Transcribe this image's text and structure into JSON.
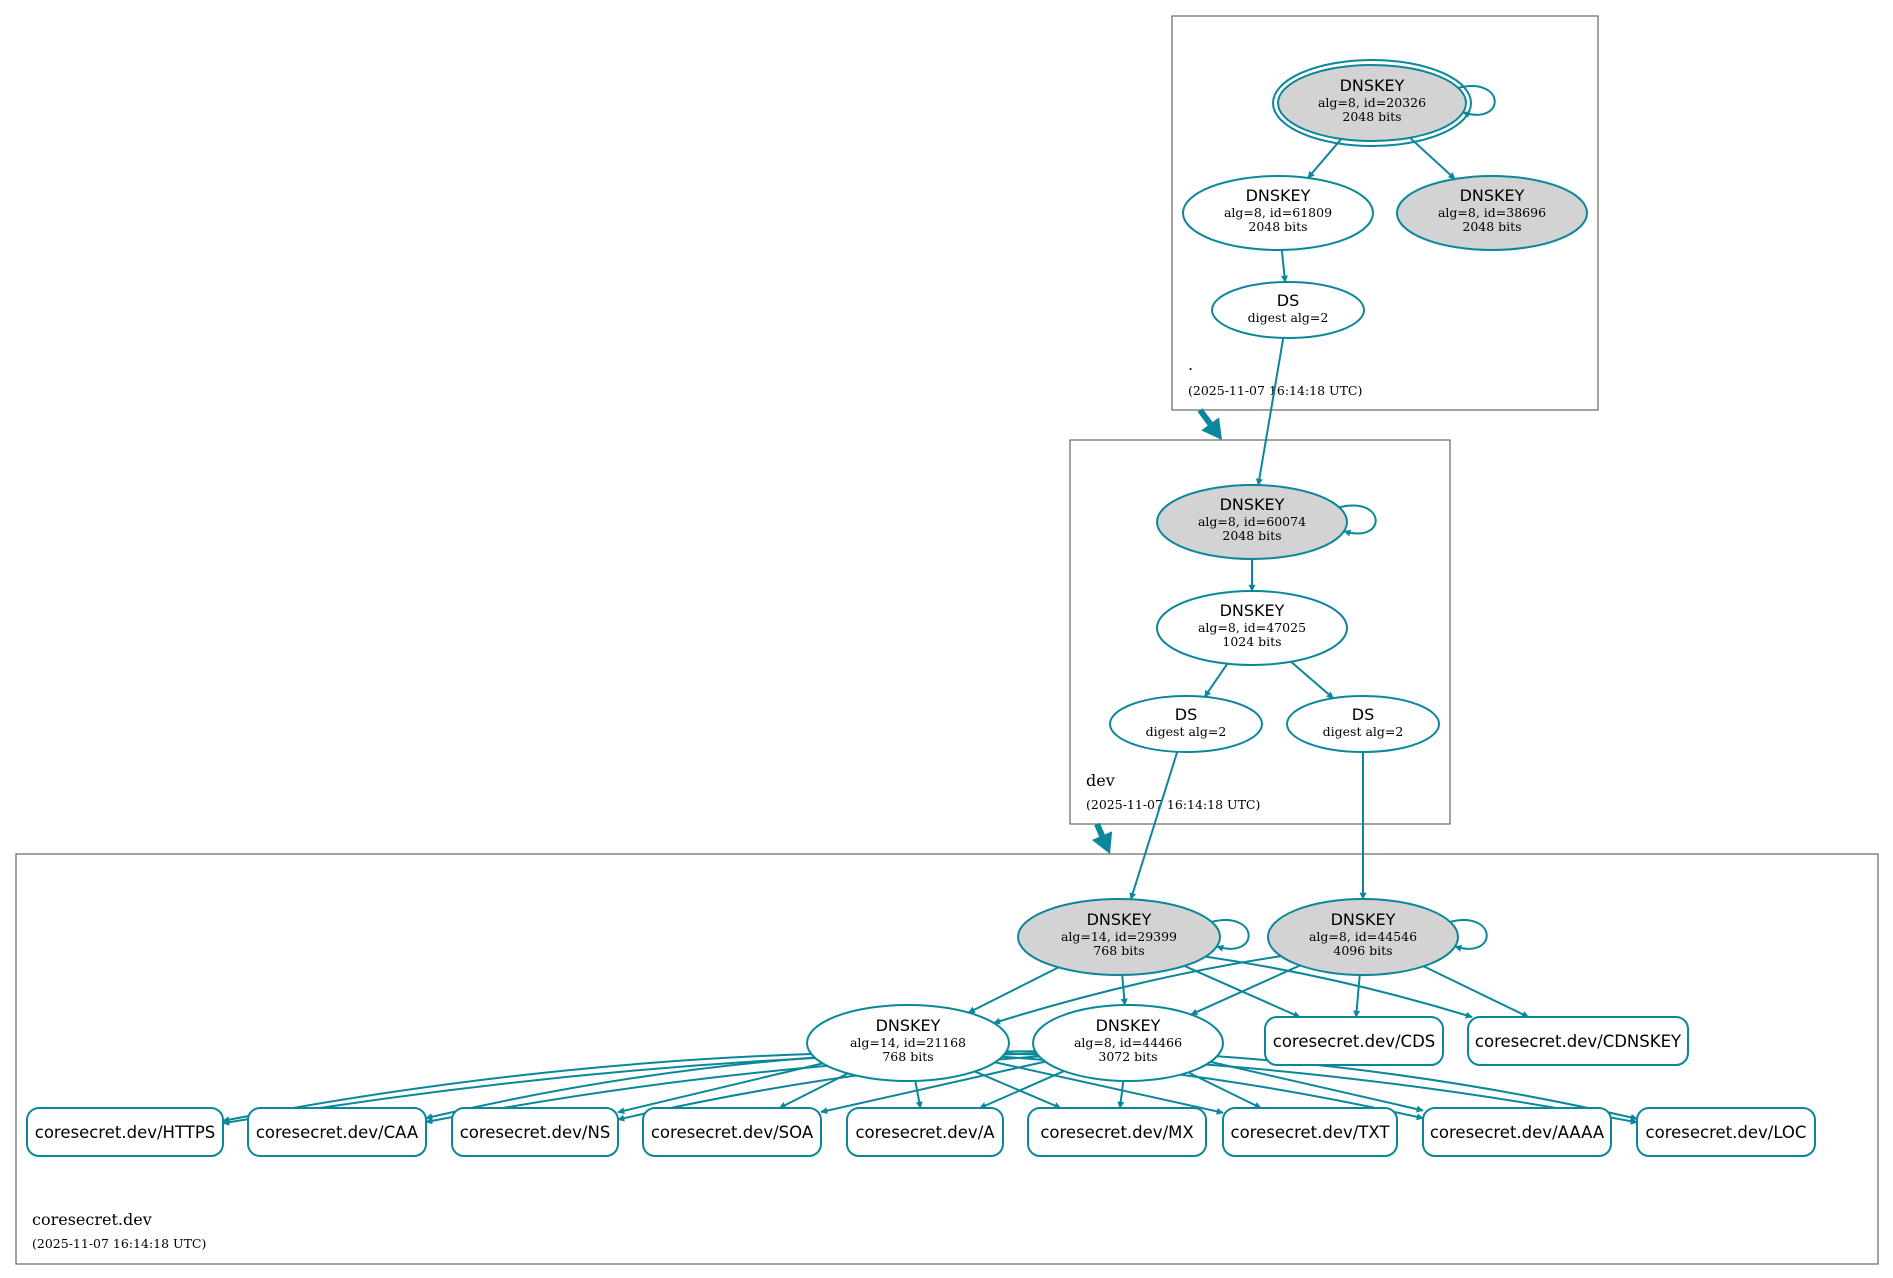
{
  "colors": {
    "edge": "#0a879a",
    "zone_border": "#666666",
    "sep_fill": "#d3d3d3",
    "plain_fill": "#ffffff"
  },
  "zones": [
    {
      "id": "root",
      "name": ".",
      "timestamp": "(2025-11-07 16:14:18 UTC)"
    },
    {
      "id": "dev",
      "name": "dev",
      "timestamp": "(2025-11-07 16:14:18 UTC)"
    },
    {
      "id": "coresecret",
      "name": "coresecret.dev",
      "timestamp": "(2025-11-07 16:14:18 UTC)"
    }
  ],
  "keys": [
    {
      "id": "root_ksk",
      "title": "DNSKEY",
      "alg": "alg=8, id=20326",
      "bits": "2048 bits",
      "sep": true,
      "trust_anchor": true
    },
    {
      "id": "root_zsk",
      "title": "DNSKEY",
      "alg": "alg=8, id=61809",
      "bits": "2048 bits",
      "sep": false
    },
    {
      "id": "root_k3",
      "title": "DNSKEY",
      "alg": "alg=8, id=38696",
      "bits": "2048 bits",
      "sep": true
    },
    {
      "id": "root_ds",
      "title": "DS",
      "alg": "digest alg=2",
      "sep": false
    },
    {
      "id": "dev_ksk",
      "title": "DNSKEY",
      "alg": "alg=8, id=60074",
      "bits": "2048 bits",
      "sep": true
    },
    {
      "id": "dev_zsk",
      "title": "DNSKEY",
      "alg": "alg=8, id=47025",
      "bits": "1024 bits",
      "sep": false
    },
    {
      "id": "dev_ds1",
      "title": "DS",
      "alg": "digest alg=2",
      "sep": false
    },
    {
      "id": "dev_ds2",
      "title": "DS",
      "alg": "digest alg=2",
      "sep": false
    },
    {
      "id": "cs_k1",
      "title": "DNSKEY",
      "alg": "alg=14, id=29399",
      "bits": "768 bits",
      "sep": true
    },
    {
      "id": "cs_k2",
      "title": "DNSKEY",
      "alg": "alg=8, id=44546",
      "bits": "4096 bits",
      "sep": true
    },
    {
      "id": "cs_z1",
      "title": "DNSKEY",
      "alg": "alg=14, id=21168",
      "bits": "768 bits",
      "sep": false
    },
    {
      "id": "cs_z2",
      "title": "DNSKEY",
      "alg": "alg=8, id=44466",
      "bits": "3072 bits",
      "sep": false
    }
  ],
  "rrsets": [
    {
      "id": "cds",
      "label": "coresecret.dev/CDS"
    },
    {
      "id": "cdnskey",
      "label": "coresecret.dev/CDNSKEY"
    },
    {
      "id": "https",
      "label": "coresecret.dev/HTTPS"
    },
    {
      "id": "caa",
      "label": "coresecret.dev/CAA"
    },
    {
      "id": "ns",
      "label": "coresecret.dev/NS"
    },
    {
      "id": "soa",
      "label": "coresecret.dev/SOA"
    },
    {
      "id": "a",
      "label": "coresecret.dev/A"
    },
    {
      "id": "mx",
      "label": "coresecret.dev/MX"
    },
    {
      "id": "txt",
      "label": "coresecret.dev/TXT"
    },
    {
      "id": "aaaa",
      "label": "coresecret.dev/AAAA"
    },
    {
      "id": "loc",
      "label": "coresecret.dev/LOC"
    }
  ],
  "edges": [
    [
      "root_ksk",
      "root_ksk"
    ],
    [
      "root_ksk",
      "root_zsk"
    ],
    [
      "root_ksk",
      "root_k3"
    ],
    [
      "root_zsk",
      "root_ds"
    ],
    [
      "root_ds",
      "dev_ksk"
    ],
    [
      "dev_ksk",
      "dev_ksk"
    ],
    [
      "dev_ksk",
      "dev_zsk"
    ],
    [
      "dev_zsk",
      "dev_ds1"
    ],
    [
      "dev_zsk",
      "dev_ds2"
    ],
    [
      "dev_ds1",
      "cs_k1"
    ],
    [
      "dev_ds2",
      "cs_k2"
    ],
    [
      "cs_k1",
      "cs_k1"
    ],
    [
      "cs_k2",
      "cs_k2"
    ],
    [
      "cs_k1",
      "cs_z1"
    ],
    [
      "cs_k1",
      "cs_z2"
    ],
    [
      "cs_k1",
      "cds"
    ],
    [
      "cs_k1",
      "cdnskey"
    ],
    [
      "cs_k2",
      "cs_z1"
    ],
    [
      "cs_k2",
      "cs_z2"
    ],
    [
      "cs_k2",
      "cds"
    ],
    [
      "cs_k2",
      "cdnskey"
    ],
    [
      "cs_z1",
      "https"
    ],
    [
      "cs_z1",
      "caa"
    ],
    [
      "cs_z1",
      "ns"
    ],
    [
      "cs_z1",
      "soa"
    ],
    [
      "cs_z1",
      "a"
    ],
    [
      "cs_z1",
      "mx"
    ],
    [
      "cs_z1",
      "txt"
    ],
    [
      "cs_z1",
      "aaaa"
    ],
    [
      "cs_z1",
      "loc"
    ],
    [
      "cs_z2",
      "https"
    ],
    [
      "cs_z2",
      "caa"
    ],
    [
      "cs_z2",
      "ns"
    ],
    [
      "cs_z2",
      "soa"
    ],
    [
      "cs_z2",
      "a"
    ],
    [
      "cs_z2",
      "mx"
    ],
    [
      "cs_z2",
      "txt"
    ],
    [
      "cs_z2",
      "aaaa"
    ],
    [
      "cs_z2",
      "loc"
    ]
  ],
  "delegations": [
    [
      "root",
      "dev"
    ],
    [
      "dev",
      "coresecret"
    ]
  ]
}
